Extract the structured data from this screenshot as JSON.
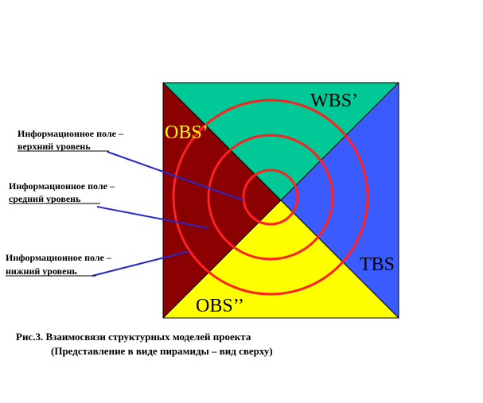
{
  "diagram": {
    "quadrants": {
      "top": {
        "label": "WBS’",
        "fill": "#00c896",
        "label_color": "#000000"
      },
      "left": {
        "label": "OBS’",
        "fill": "#8b0000",
        "label_color": "#ffff00"
      },
      "right": {
        "label": "TBS",
        "fill": "#3a5cff",
        "label_color": "#000000"
      },
      "bottom": {
        "label": "OBS’’",
        "fill": "#ffff00",
        "label_color": "#000000"
      }
    },
    "ring_color": "#ff2020",
    "leader_color": "#2828c8",
    "levels": [
      {
        "line1": "Информационное поле –",
        "line2": "верхний уровень"
      },
      {
        "line1": "Информационное поле –",
        "line2": "средний уровень"
      },
      {
        "line1": "Информационное поле –",
        "line2": "нижний уровень"
      }
    ],
    "caption": {
      "line1": "Рис.3. Взаимосвязи структурных моделей проекта",
      "line2": "(Представление в виде пирамиды – вид сверху)"
    }
  }
}
